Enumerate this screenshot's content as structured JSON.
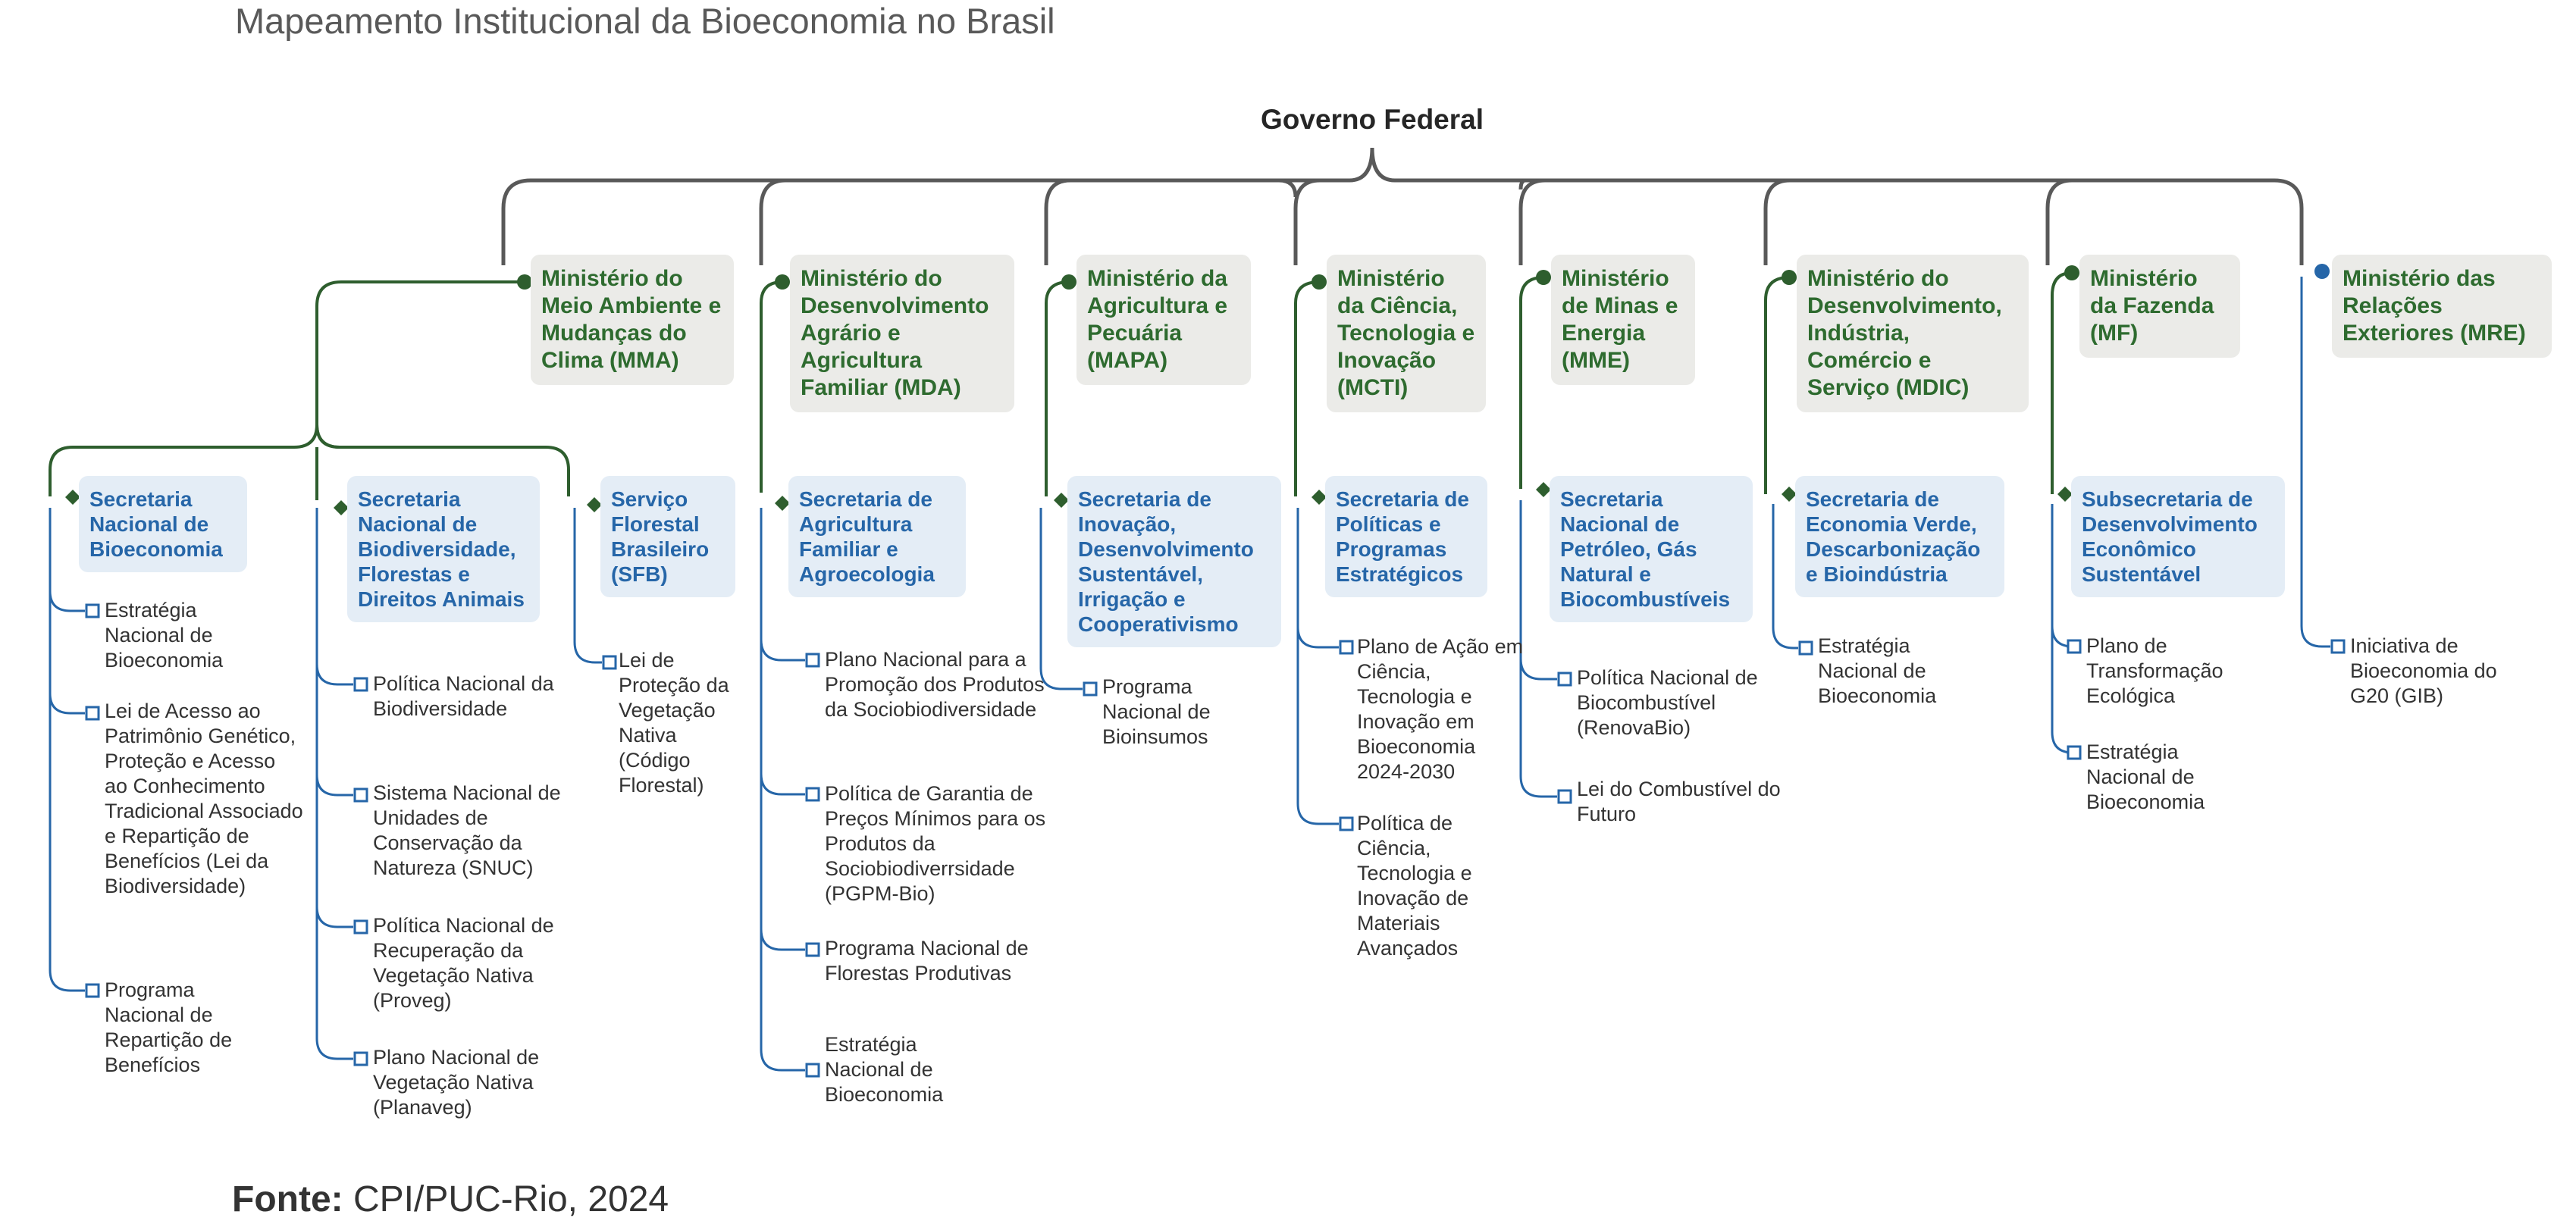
{
  "title": "Mapeamento Institucional da Bioeconomia no Brasil",
  "root": {
    "label": "Governo Federal"
  },
  "colors": {
    "ministry_text": "#2e6b2f",
    "ministry_bg": "#ebebe8",
    "secretariat_text": "#2666a8",
    "secretariat_bg": "#e4edf6",
    "connector_gray": "#595959",
    "connector_green": "#2e5e2e",
    "connector_blue": "#2666a8",
    "mre_dot": "#2666a8"
  },
  "ministries": [
    {
      "label": "Ministério do Meio Ambiente e Mudanças do Clima (MMA)"
    },
    {
      "label": "Ministério do Desenvolvimento Agrário e Agricultura Familiar (MDA)"
    },
    {
      "label": "Ministério da Agricultura e Pecuária (MAPA)"
    },
    {
      "label": "Ministério da Ciência, Tecnologia e Inovação (MCTI)"
    },
    {
      "label": "Ministério de Minas e Energia (MME)"
    },
    {
      "label": "Ministério do Desenvolvimento, Indústria, Comércio e Serviço (MDIC)"
    },
    {
      "label": "Ministério da Fazenda (MF)"
    },
    {
      "label": "Ministério das Relações Exteriores (MRE)"
    }
  ],
  "secretariats": [
    {
      "label": "Secretaria Nacional de Bioeconomia"
    },
    {
      "label": "Secretaria Nacional de Biodiversidade, Florestas e Direitos Animais"
    },
    {
      "label": "Serviço Florestal Brasileiro (SFB)"
    },
    {
      "label": "Secretaria de Agricultura Familiar e Agroecologia"
    },
    {
      "label": "Secretaria de Inovação, Desenvolvimento Sustentável, Irrigação e Cooperativismo"
    },
    {
      "label": "Secretaria de Políticas e Programas Estratégicos"
    },
    {
      "label": "Secretaria Nacional de Petróleo, Gás Natural e Biocombustíveis"
    },
    {
      "label": "Secretaria de Economia Verde, Descarbonização e Bioindústria"
    },
    {
      "label": "Subsecretaria de Desenvolvimento Econômico Sustentável"
    }
  ],
  "policies": [
    {
      "label": "Estratégia Nacional de Bioeconomia"
    },
    {
      "label": "Lei de Acesso ao Patrimônio Genético, Proteção e Acesso ao Conhecimento Tradicional Associado e Repartição de Benefícios (Lei da Biodiversidade)"
    },
    {
      "label": "Programa Nacional de Repartição de Benefícios"
    },
    {
      "label": "Política Nacional da Biodiversidade"
    },
    {
      "label": "Sistema Nacional de Unidades de Conservação da Natureza (SNUC)"
    },
    {
      "label": "Política Nacional de Recuperação da Vegetação Nativa (Proveg)"
    },
    {
      "label": "Plano Nacional de Vegetação Nativa (Planaveg)"
    },
    {
      "label": "Lei de Proteção da Vegetação Nativa (Código Florestal)"
    },
    {
      "label": "Plano Nacional para a Promoção dos Produtos da Sociobiodiversidade"
    },
    {
      "label": "Política de Garantia de Preços Mínimos para os Produtos da Sociobiodiverrsidade (PGPM-Bio)"
    },
    {
      "label": "Programa Nacional de Florestas Produtivas"
    },
    {
      "label": "Estratégia Nacional de Bioeconomia"
    },
    {
      "label": "Programa Nacional de Bioinsumos"
    },
    {
      "label": "Plano de Ação em Ciência, Tecnologia e Inovação em Bioeconomia 2024-2030"
    },
    {
      "label": "Política de Ciência, Tecnologia e Inovação de Materiais Avançados"
    },
    {
      "label": "Política Nacional de Biocombustível (RenovaBio)"
    },
    {
      "label": "Lei do  Combustível do Futuro"
    },
    {
      "label": "Estratégia Nacional de Bioeconomia"
    },
    {
      "label": "Plano de Transformação Ecológica"
    },
    {
      "label": "Estratégia Nacional de Bioeconomia"
    },
    {
      "label": "Iniciativa de Bioeconomia do G20 (GIB)"
    }
  ],
  "source": {
    "label": "Fonte:",
    "text": "CPI/PUC-Rio, 2024"
  }
}
